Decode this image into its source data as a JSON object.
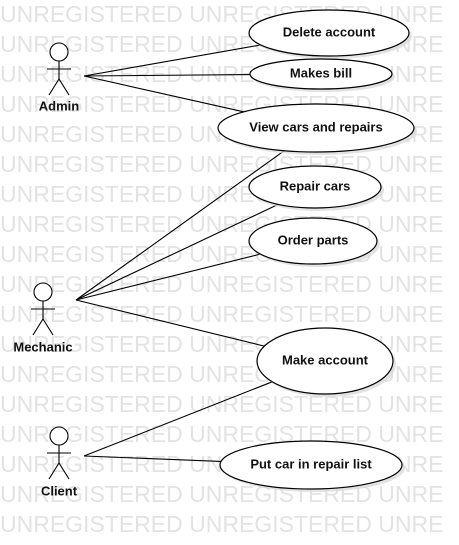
{
  "watermark": {
    "text": "UNREGISTERED UNREGISTERED UNRE"
  },
  "actors": [
    {
      "id": "admin",
      "label": "Admin"
    },
    {
      "id": "mechanic",
      "label": "Mechanic"
    },
    {
      "id": "client",
      "label": "Client"
    }
  ],
  "use_cases": [
    {
      "id": "delete-account",
      "label": "Delete account"
    },
    {
      "id": "makes-bill",
      "label": "Makes bill"
    },
    {
      "id": "view-cars-repairs",
      "label": "View cars and repairs"
    },
    {
      "id": "repair-cars",
      "label": "Repair cars"
    },
    {
      "id": "order-parts",
      "label": "Order parts"
    },
    {
      "id": "make-account",
      "label": "Make account"
    },
    {
      "id": "put-car-repair-list",
      "label": "Put car in repair list"
    }
  ],
  "associations": [
    {
      "actor": "admin",
      "use_case": "delete-account"
    },
    {
      "actor": "admin",
      "use_case": "makes-bill"
    },
    {
      "actor": "admin",
      "use_case": "view-cars-repairs"
    },
    {
      "actor": "mechanic",
      "use_case": "view-cars-repairs"
    },
    {
      "actor": "mechanic",
      "use_case": "repair-cars"
    },
    {
      "actor": "mechanic",
      "use_case": "order-parts"
    },
    {
      "actor": "mechanic",
      "use_case": "make-account"
    },
    {
      "actor": "client",
      "use_case": "make-account"
    },
    {
      "actor": "client",
      "use_case": "put-car-repair-list"
    }
  ]
}
